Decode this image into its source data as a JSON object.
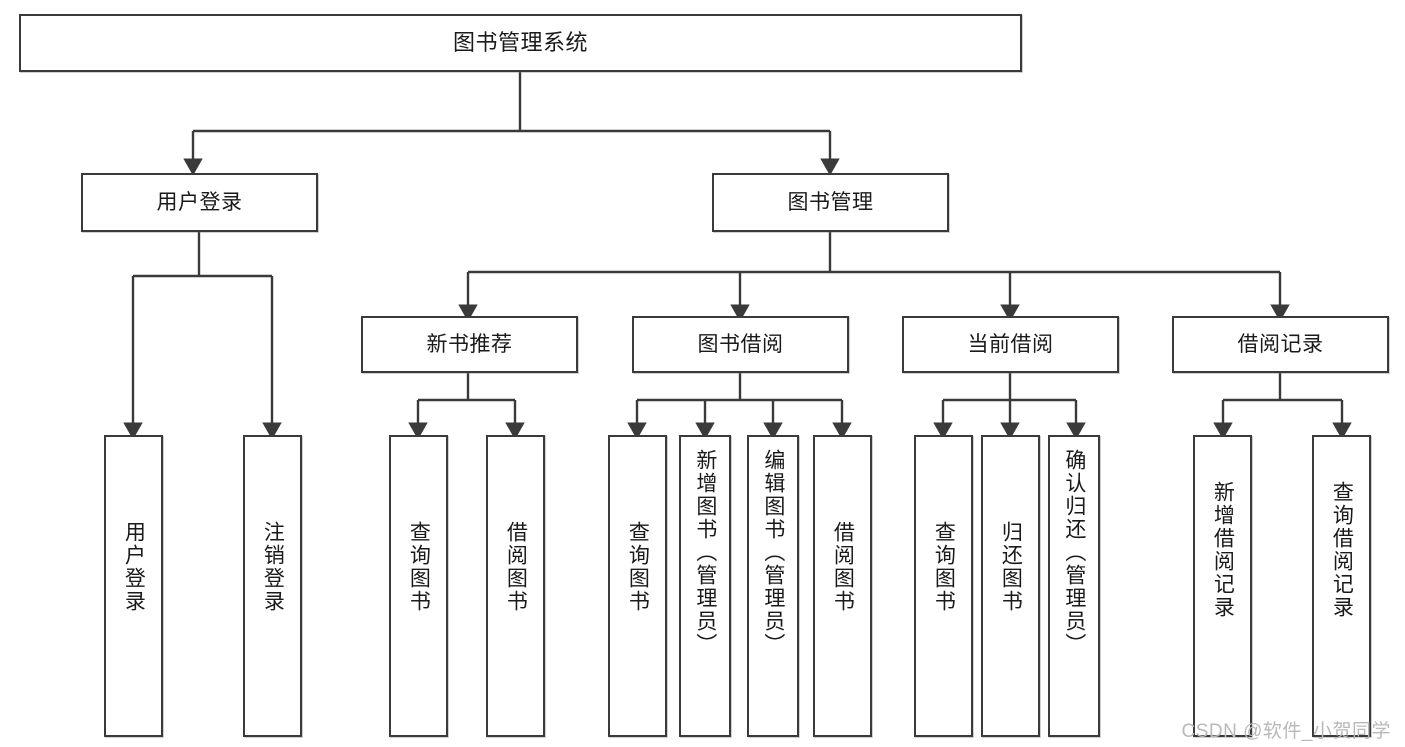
{
  "diagram": {
    "title": "图书管理系统",
    "type": "hierarchy-tree",
    "watermark": "CSDN @软件_小贺同学",
    "colors": {
      "stroke": "#3a3a3a",
      "fill": "#ffffff",
      "text": "#1a1a1a",
      "watermark": "#b9b9b9"
    },
    "levels": [
      {
        "level": 0,
        "nodes": [
          {
            "id": "root",
            "label": "图书管理系统",
            "orientation": "horizontal"
          }
        ]
      },
      {
        "level": 1,
        "nodes": [
          {
            "id": "user-login",
            "label": "用户登录",
            "orientation": "horizontal",
            "parent": "root"
          },
          {
            "id": "book-manage",
            "label": "图书管理",
            "orientation": "horizontal",
            "parent": "root"
          }
        ]
      },
      {
        "level": 2,
        "nodes": [
          {
            "id": "new-book-rec",
            "label": "新书推荐",
            "orientation": "horizontal",
            "parent": "book-manage"
          },
          {
            "id": "book-borrow",
            "label": "图书借阅",
            "orientation": "horizontal",
            "parent": "book-manage"
          },
          {
            "id": "current-borrow",
            "label": "当前借阅",
            "orientation": "horizontal",
            "parent": "book-manage"
          },
          {
            "id": "borrow-record",
            "label": "借阅记录",
            "orientation": "horizontal",
            "parent": "book-manage"
          }
        ]
      },
      {
        "level": 3,
        "nodes": [
          {
            "id": "leaf-user-login",
            "label": "用户登录",
            "orientation": "vertical",
            "parent": "user-login"
          },
          {
            "id": "leaf-logout",
            "label": "注销登录",
            "orientation": "vertical",
            "parent": "user-login"
          },
          {
            "id": "leaf-query-book-1",
            "label": "查询图书",
            "orientation": "vertical",
            "parent": "new-book-rec"
          },
          {
            "id": "leaf-borrow-book-1",
            "label": "借阅图书",
            "orientation": "vertical",
            "parent": "new-book-rec"
          },
          {
            "id": "leaf-query-book-2",
            "label": "查询图书",
            "orientation": "vertical",
            "parent": "book-borrow"
          },
          {
            "id": "leaf-add-book",
            "label": "新增图书（管理员）",
            "orientation": "vertical",
            "parent": "book-borrow"
          },
          {
            "id": "leaf-edit-book",
            "label": "编辑图书（管理员）",
            "orientation": "vertical",
            "parent": "book-borrow"
          },
          {
            "id": "leaf-borrow-book-2",
            "label": "借阅图书",
            "orientation": "vertical",
            "parent": "book-borrow"
          },
          {
            "id": "leaf-query-book-3",
            "label": "查询图书",
            "orientation": "vertical",
            "parent": "current-borrow"
          },
          {
            "id": "leaf-return-book",
            "label": "归还图书",
            "orientation": "vertical",
            "parent": "current-borrow"
          },
          {
            "id": "leaf-confirm-return",
            "label": "确认归还（管理员）",
            "orientation": "vertical",
            "parent": "current-borrow"
          },
          {
            "id": "leaf-add-record",
            "label": "新增借阅记录",
            "orientation": "vertical",
            "parent": "borrow-record"
          },
          {
            "id": "leaf-query-record",
            "label": "查询借阅记录",
            "orientation": "vertical",
            "parent": "borrow-record"
          }
        ]
      }
    ]
  }
}
